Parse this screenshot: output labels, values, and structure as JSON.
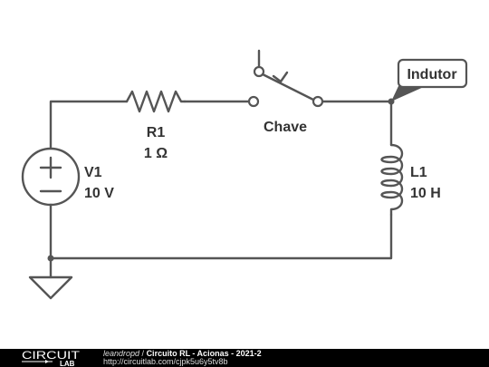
{
  "circuit": {
    "source": {
      "ref": "V1",
      "value": "10 V"
    },
    "resistor": {
      "ref": "R1",
      "value": "1 Ω"
    },
    "switch": {
      "label": "Chave"
    },
    "inductor": {
      "ref": "L1",
      "value": "10 H"
    },
    "probe": {
      "label": "Indutor"
    }
  },
  "footer": {
    "logo_top": "CIRCUIT",
    "logo_bottom": "LAB",
    "author": "leandropd",
    "separator": " / ",
    "title": "Circuito RL - Acionas - 2021-2",
    "url": "http://circuitlab.com/cjpk5u6y5tv8b"
  },
  "colors": {
    "wire": "#555555",
    "text": "#333333",
    "footer_bg": "#000000"
  }
}
